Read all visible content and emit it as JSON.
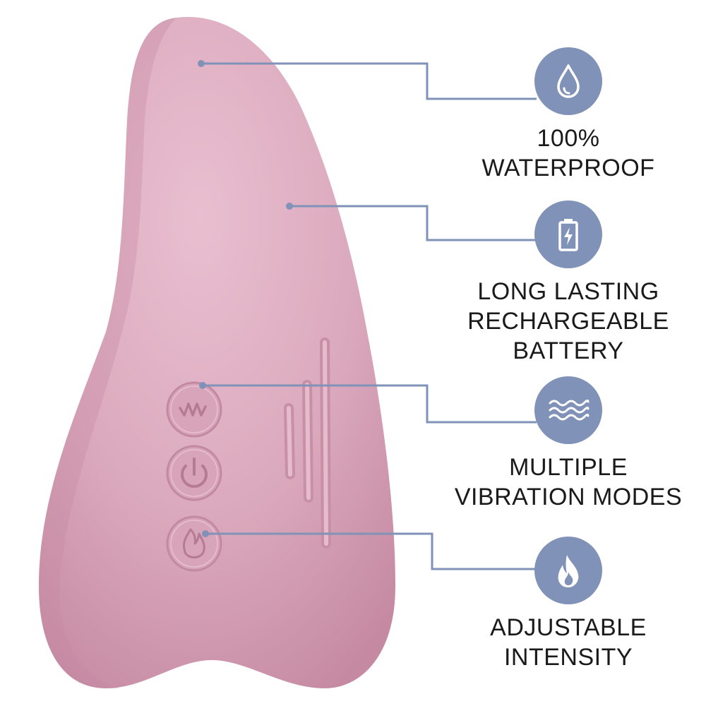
{
  "colors": {
    "accent": "#8192b8",
    "device_body": "#dba9bd",
    "device_shadow": "#c98ea6",
    "text": "#1a1a1a"
  },
  "device": {
    "buttons": [
      {
        "icon": "vibration-wave-icon"
      },
      {
        "icon": "power-icon"
      },
      {
        "icon": "flame-heat-icon"
      }
    ]
  },
  "features": [
    {
      "icon": "water-drop-icon",
      "lines": [
        "100%",
        "WATERPROOF"
      ]
    },
    {
      "icon": "battery-charge-icon",
      "lines": [
        "LONG LASTING",
        "RECHARGEABLE",
        "BATTERY"
      ]
    },
    {
      "icon": "waves-icon",
      "lines": [
        "MULTIPLE",
        "VIBRATION MODES"
      ]
    },
    {
      "icon": "flame-icon",
      "lines": [
        "ADJUSTABLE",
        "INTENSITY"
      ]
    }
  ]
}
